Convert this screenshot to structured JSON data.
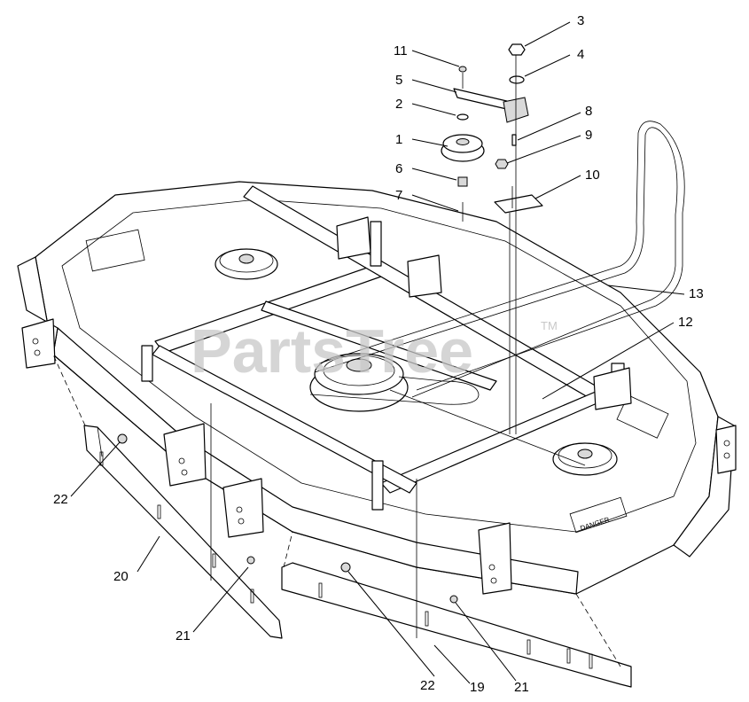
{
  "watermark": {
    "text": "PartsTree",
    "tm": "TM"
  },
  "decal": {
    "danger": "DANGER"
  },
  "callouts": [
    "1",
    "2",
    "3",
    "4",
    "5",
    "6",
    "7",
    "8",
    "9",
    "10",
    "11",
    "12",
    "13",
    "19",
    "20",
    "21",
    "21",
    "22",
    "22"
  ]
}
